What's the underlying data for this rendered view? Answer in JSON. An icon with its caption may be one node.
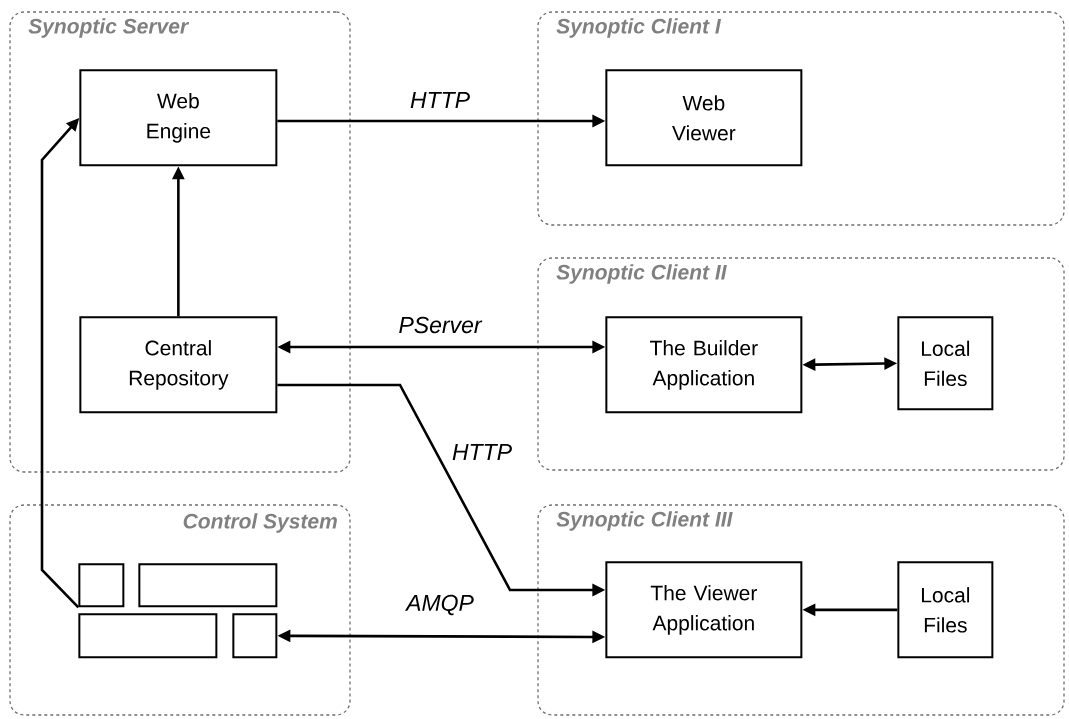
{
  "diagram": {
    "nodes": [
      {
        "text": [
          "Synoptic Server"
        ]
      },
      {
        "text": [
          "Web Engine"
        ],
        "in": 0
      },
      {
        "text": [
          "Central Repository"
        ],
        "in": 0
      },
      {
        "text": [
          "Synoptic Client I"
        ]
      },
      {
        "text": [
          "Web Viewer"
        ],
        "in": 3
      },
      {
        "text": [
          "Synoptic Client II"
        ]
      },
      {
        "text": [
          "The Builder Application"
        ],
        "in": 5
      },
      {
        "text": [
          "Local Files"
        ],
        "in": 5
      },
      {
        "text": [
          "Control System"
        ]
      },
      {
        "text": [],
        "shape": "box",
        "in": 8
      },
      {
        "text": [],
        "shape": "box",
        "in": 8
      },
      {
        "text": [],
        "shape": "box",
        "in": 8
      },
      {
        "text": [],
        "shape": "box",
        "in": 8
      },
      {
        "text": [
          "Synoptic Client III"
        ]
      },
      {
        "text": [
          "The Viewer Application"
        ],
        "in": 13
      },
      {
        "text": [
          "Local Files"
        ],
        "in": 13
      }
    ],
    "edges": [
      {
        "from": 1,
        "to": 4,
        "arrow": "to",
        "label": "HTTP"
      },
      {
        "from": 2,
        "to": 1,
        "arrow": "to"
      },
      {
        "from": 9,
        "to": 1,
        "arrow": "to"
      },
      {
        "from": 2,
        "to": 6,
        "arrow": "both",
        "label": "PServer"
      },
      {
        "from": 6,
        "to": 7,
        "arrow": "both"
      },
      {
        "from": 2,
        "to": 14,
        "arrow": "to",
        "label": "HTTP"
      },
      {
        "from": 12,
        "to": 14,
        "arrow": "both",
        "label": "AMQP"
      },
      {
        "from": 15,
        "to": 14,
        "arrow": "to"
      }
    ]
  }
}
